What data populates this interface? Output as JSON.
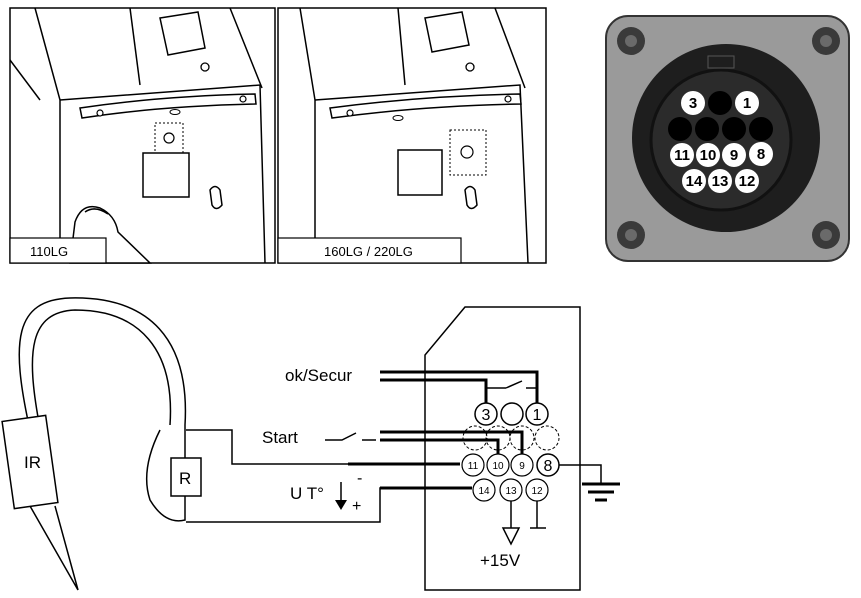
{
  "panels": [
    {
      "id": "panel-110",
      "caption": "110LG"
    },
    {
      "id": "panel-160-220",
      "caption": "160LG / 220LG"
    }
  ],
  "connector": {
    "body_color": "#9a9a9a",
    "ring_color": "#1e1e1e",
    "pins": [
      {
        "id": "3",
        "label": "3",
        "filled": false
      },
      {
        "id": "blank-top",
        "label": "",
        "filled": true
      },
      {
        "id": "1",
        "label": "1",
        "filled": false
      },
      {
        "id": "m1",
        "label": "",
        "filled": true
      },
      {
        "id": "m2",
        "label": "",
        "filled": true
      },
      {
        "id": "m3",
        "label": "",
        "filled": true
      },
      {
        "id": "m4",
        "label": "",
        "filled": true
      },
      {
        "id": "11",
        "label": "11",
        "filled": false
      },
      {
        "id": "10",
        "label": "10",
        "filled": false
      },
      {
        "id": "9",
        "label": "9",
        "filled": false
      },
      {
        "id": "8",
        "label": "8",
        "filled": false
      },
      {
        "id": "14",
        "label": "14",
        "filled": false
      },
      {
        "id": "13",
        "label": "13",
        "filled": false
      },
      {
        "id": "12",
        "label": "12",
        "filled": false
      }
    ]
  },
  "schematic": {
    "ok_secur": "ok/Secur",
    "start": "Start",
    "u_temp": "U T°",
    "minus": "-",
    "plus": "+",
    "ir": "IR",
    "resistor": "R",
    "supply": "+15V",
    "pins": {
      "p3": "3",
      "p1": "1",
      "p11": "11",
      "p10": "10",
      "p9": "9",
      "p8": "8",
      "p14": "14",
      "p13": "13",
      "p12": "12"
    }
  }
}
